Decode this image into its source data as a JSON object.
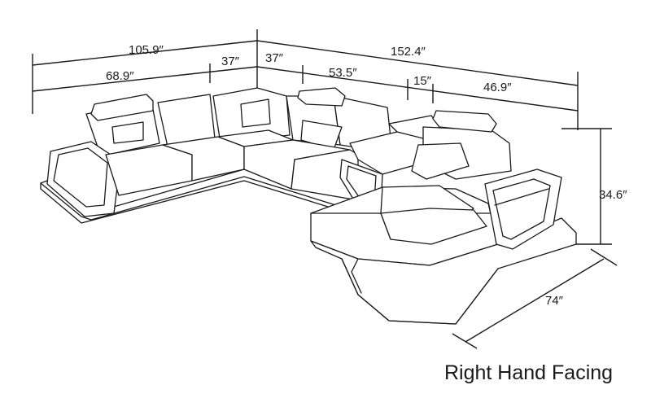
{
  "diagram": {
    "dimensions": {
      "left_total": "105.9″",
      "left_section": "68.9″",
      "left_corner": "37″",
      "right_corner": "37″",
      "right_total": "152.4″",
      "middle_section": "53.5″",
      "console": "15″",
      "right_section": "46.9″",
      "height": "34.6″",
      "chaise_depth": "74″"
    },
    "caption": "Right Hand Facing"
  }
}
